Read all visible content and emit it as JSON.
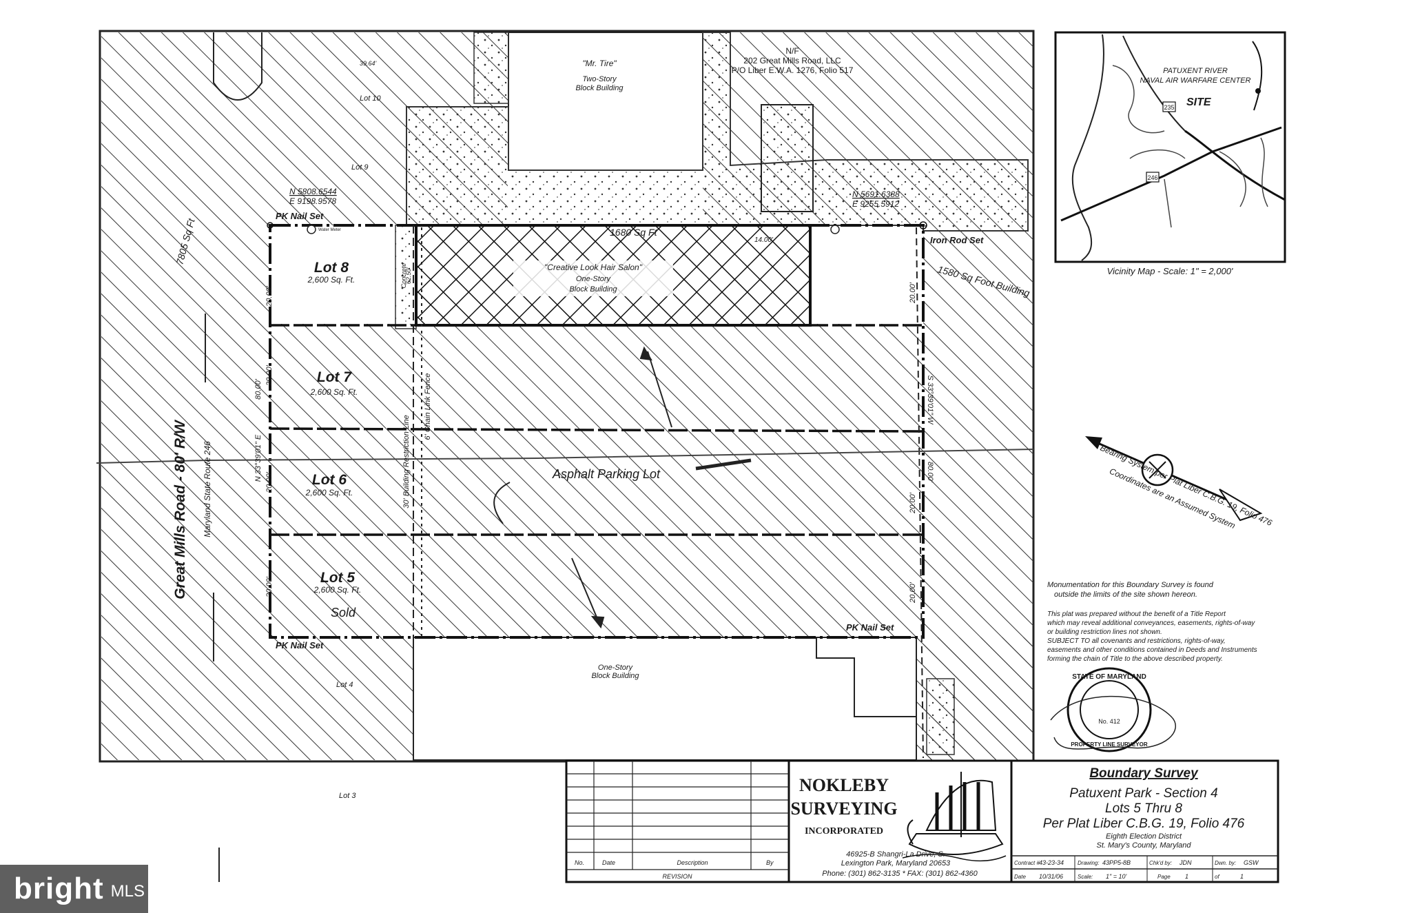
{
  "neighbors": {
    "mr_tire_name": "\"Mr. Tire\"",
    "mr_tire_desc1": "Two-Story",
    "mr_tire_desc2": "Block Building",
    "nf": "N/F",
    "nf_owner": "202 Great Mills Road, LLC",
    "nf_liber": "P/O Liber E.W.A. 1276, Folio 517",
    "south_desc1": "One-Story",
    "south_desc2": "Block Building"
  },
  "lots_adjacent": {
    "lot10": "Lot 10",
    "lot9": "Lot 9",
    "lot4": "Lot 4",
    "lot3": "Lot 3"
  },
  "road": {
    "name": "Great Mills Road - 80' R/W",
    "route": "Maryland State Route 246"
  },
  "coords": {
    "nw_n": "N 5808.6544",
    "nw_e": "E 9198.9578",
    "ne_n": "N 5691.6388",
    "ne_e": "E 9255.5912",
    "dist1": "39.64'"
  },
  "monuments": {
    "pk_nail_nw": "PK Nail Set",
    "iron_rod": "Iron Rod Set",
    "pk_nail_se": "PK Nail Set",
    "pk_nail_sw": "PK Nail Set",
    "water_meter": "Water Meter"
  },
  "lots": [
    {
      "name": "Lot 8",
      "area": "2,600 Sq. Ft."
    },
    {
      "name": "Lot 7",
      "area": "2,600 Sq. Ft."
    },
    {
      "name": "Lot 6",
      "area": "2,600 Sq. Ft."
    },
    {
      "name": "Lot 5",
      "area": "2,600 Sq. Ft."
    }
  ],
  "dims": {
    "left_20": "20.00'",
    "left_80": "80.00'",
    "left_bearing": "N 33°39'01\" E",
    "right_20": "20.00'",
    "right_bearing": "S 33°39'01\" W",
    "right_80": "80.00'",
    "bldg_14": "14.00'",
    "bldg_62": "62.50'"
  },
  "site": {
    "salon_name": "\"Creative Look Hair Salon\"",
    "salon_desc1": "One-Story",
    "salon_desc2": "Block Building",
    "concrete": "Concrete",
    "parking": "Asphalt Parking Lot",
    "restriction": "30' Building Restriction Line",
    "fence": "6' Chain Link Fence"
  },
  "handwritten": {
    "sqft_top": "1680 Sq Ft",
    "sold": "Sold",
    "side_note": "1580 Sq Foot Building",
    "left_note": "7805 Sq Ft"
  },
  "vicinity": {
    "naval1": "PATUXENT RIVER",
    "naval2": "NAVAL AIR WARFARE CENTER",
    "site": "SITE",
    "route_235": "235",
    "route_246": "246",
    "caption": "Vicinity Map - Scale: 1\" = 2,000'"
  },
  "bearing_note1": "Bearing System per Plat Liber C.B.G. 19, Folio 476",
  "bearing_note2": "Coordinates are an Assumed System",
  "notes": {
    "monumentation1": "Monumentation for this Boundary Survey is found",
    "monumentation2": "outside the limits of the site shown hereon.",
    "title1": "This plat was prepared without the benefit of a Title Report",
    "title2": "which may reveal additional conveyances, easements, rights-of-way",
    "title3": "or building restriction lines not shown.",
    "subject1": "SUBJECT TO all covenants and restrictions, rights-of-way,",
    "subject2": "easements and other conditions contained in Deeds and Instruments",
    "subject3": "forming the chain of Title to the above described property."
  },
  "seal": {
    "line1": "STATE OF MARYLAND",
    "line2": "PROPERTY LINE SURVEYOR",
    "number": "No. 412"
  },
  "revision": {
    "no": "No.",
    "date": "Date",
    "description": "Description",
    "by": "By",
    "title": "REVISION"
  },
  "company": {
    "name1": "NOKLEBY",
    "name2": "SURVEYING",
    "name3": "INCORPORATED",
    "addr1": "46925-B Shangri-La Drive, S.",
    "addr2": "Lexington Park, Maryland 20653",
    "phone": "Phone: (301) 862-3135 * FAX: (301) 862-4360"
  },
  "survey": {
    "title": "Boundary Survey",
    "line1": "Patuxent Park - Section 4",
    "line2": "Lots 5 Thru 8",
    "line3": "Per Plat Liber C.B.G. 19, Folio 476",
    "district": "Eighth Election District",
    "county": "St. Mary's County, Maryland"
  },
  "meta": {
    "contract_label": "Contract #",
    "contract": "43-23-34",
    "drawing_label": "Drawing:",
    "drawing": "43PP5-8B",
    "chkd_label": "Chk'd by:",
    "chkd": "JDN",
    "dwn_label": "Dwn. by:",
    "dwn": "GSW",
    "date_label": "Date",
    "date": "10/31/06",
    "scale_label": "Scale:",
    "scale": "1\" = 10'",
    "page_label": "Page",
    "page": "1",
    "of": "of",
    "pages": "1"
  },
  "watermark": {
    "brand": "bright",
    "mls": "MLS"
  }
}
